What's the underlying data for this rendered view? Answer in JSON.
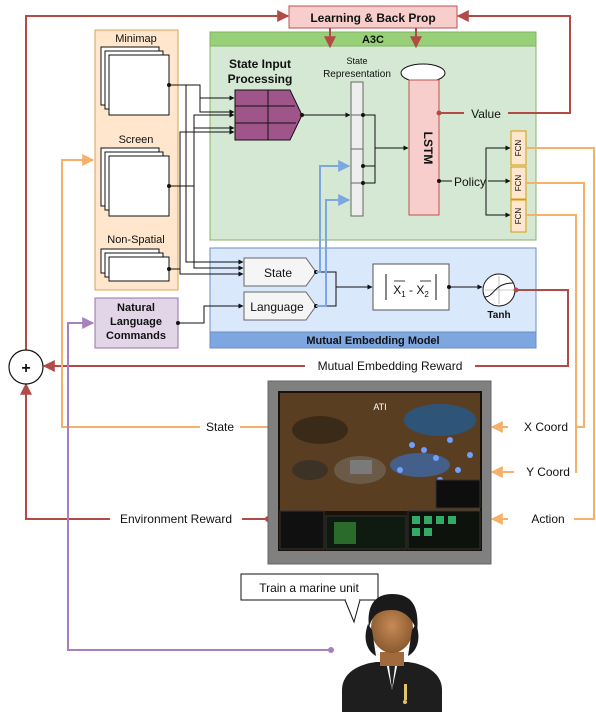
{
  "learning_backprop": "Learning & Back Prop",
  "a3c": "A3C",
  "state_input_processing": [
    "State Input",
    "Processing"
  ],
  "state_representation": [
    "State",
    "Representation"
  ],
  "lstm": "LSTM",
  "value": "Value",
  "policy": "Policy",
  "fcn": "FCN",
  "inputs": {
    "minimap": "Minimap",
    "screen": "Screen",
    "non_spatial": "Non-Spatial"
  },
  "nl_commands": [
    "Natural",
    "Language",
    "Commands"
  ],
  "embedding": {
    "state": "State",
    "language": "Language",
    "tanh": "Tanh",
    "title": "Mutual Embedding Model",
    "formula_x1": "X",
    "formula_sub1": "1",
    "formula_minus": " - ",
    "formula_x2": "X",
    "formula_sub2": "2"
  },
  "plus": "+",
  "mutual_reward": "Mutual Embedding Reward",
  "state_out": "State",
  "env_reward": "Environment Reward",
  "x_coord": "X Coord",
  "y_coord": "Y Coord",
  "action": "Action",
  "game_ati": "ATI",
  "speech": "Train a marine unit",
  "colors": {
    "red": "#b24a45",
    "orange": "#f5b06a",
    "purple": "#a87fc0",
    "blue": "#7ea6e0",
    "green_bg": "#d5e8d4",
    "green_border": "#82b366",
    "peach_bg": "#ffe6cc",
    "peach_border": "#e0a050",
    "pink_bg": "#f8cecc",
    "blue_bg": "#dae8fc",
    "lilac_bg": "#e1d5e7",
    "plum": "#a0558a"
  }
}
